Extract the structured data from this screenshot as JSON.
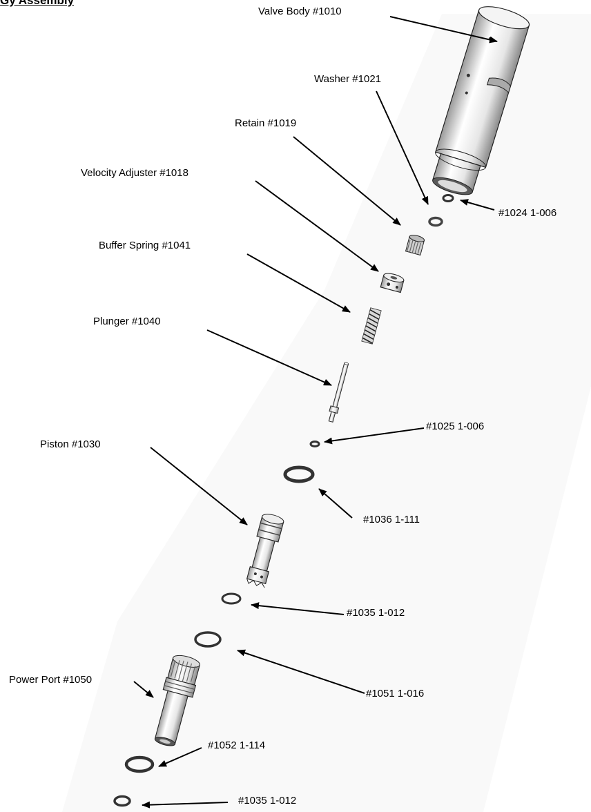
{
  "header": {
    "title": "Gy Assembly"
  },
  "labels": {
    "valve_body": "Valve Body #1010",
    "washer": "Washer #1021",
    "retain": "Retain #1019",
    "velocity_adjuster": "Velocity Adjuster #1018",
    "o_ring_1024": "#1024 1-006",
    "buffer_spring": "Buffer Spring #1041",
    "plunger": "Plunger #1040",
    "o_ring_1025": "#1025 1-006",
    "piston": "Piston #1030",
    "o_ring_1036": "#1036 1-111",
    "o_ring_1035_upper": "#1035 1-012",
    "power_port": "Power Port #1050",
    "o_ring_1051": "#1051 1-016",
    "o_ring_1052": "#1052  1-114",
    "o_ring_1035_lower": "#1035 1-012"
  },
  "colors": {
    "line": "#000000",
    "part_fill": "#f2f2f2",
    "part_shade": "#bdbdbd",
    "part_edge": "#1a1a1a",
    "band": "#f6f6f6"
  }
}
